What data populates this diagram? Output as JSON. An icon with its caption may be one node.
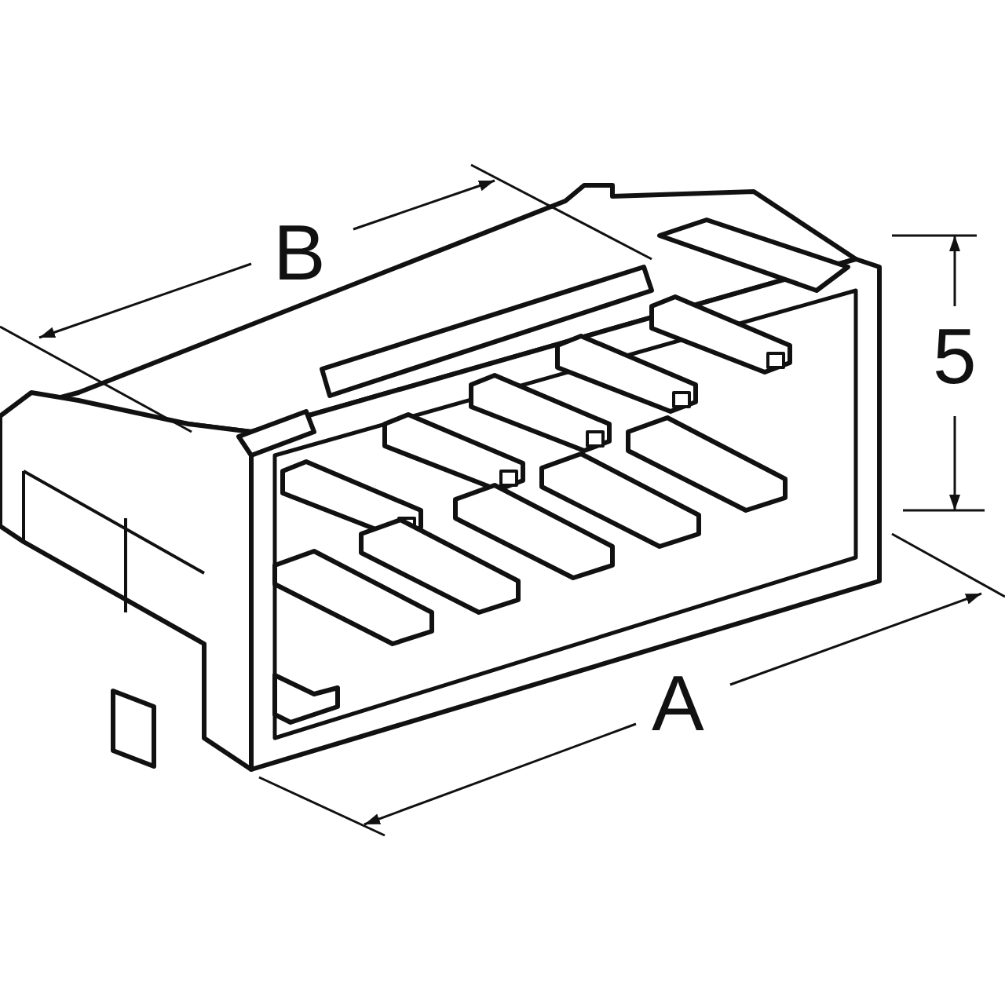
{
  "diagram": {
    "labels": [
      "B",
      "5",
      "A"
    ]
  }
}
